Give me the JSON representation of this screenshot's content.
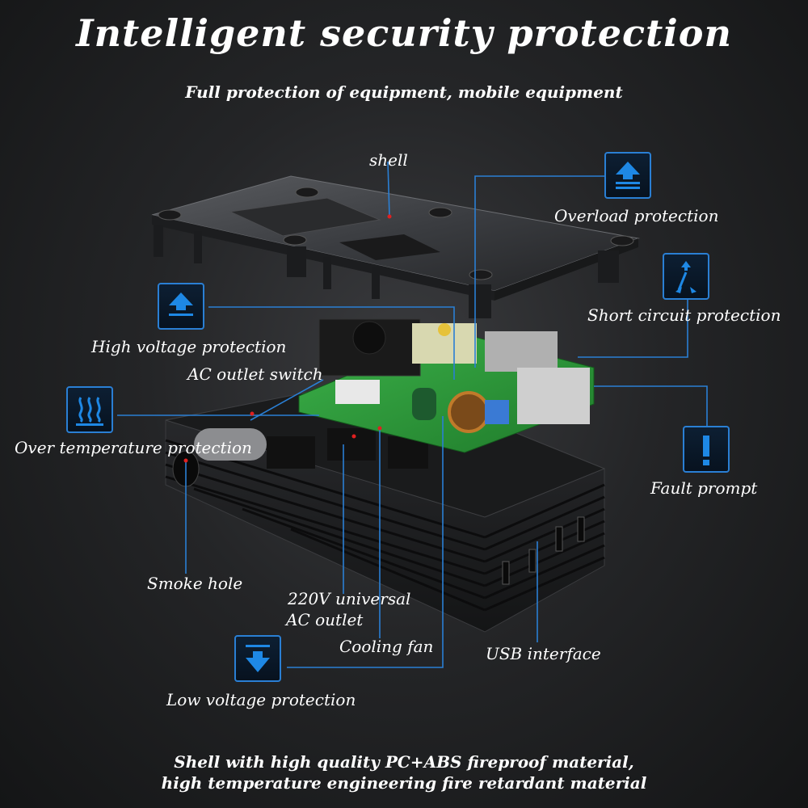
{
  "header": {
    "title": "Intelligent security protection",
    "subtitle": "Full protection of equipment, mobile equipment"
  },
  "labels": {
    "shell": "shell",
    "overload": "Overload protection",
    "short_circuit": "Short circuit protection",
    "high_voltage": "High voltage protection",
    "ac_outlet_switch": "AC outlet switch",
    "over_temperature": "Over temperature protection",
    "fault_prompt": "Fault prompt",
    "smoke_hole": "Smoke hole",
    "universal_line1": "220V universal",
    "universal_line2": "AC outlet",
    "cooling_fan": "Cooling fan",
    "usb_interface": "USB interface",
    "low_voltage": "Low voltage protection"
  },
  "footer": {
    "line1": "Shell with high quality PC+ABS fireproof material,",
    "line2": "high temperature engineering fire retardant material"
  },
  "colors": {
    "accent": "#2a7fd4",
    "icon_blue": "#1e88e5",
    "pcb_green": "#2e9a3a"
  },
  "icons": [
    "arrow-up-lines-icon",
    "arrow-up-lines-icon",
    "lightning-arrows-icon",
    "heat-waves-icon",
    "exclamation-icon",
    "arrow-down-icon"
  ]
}
